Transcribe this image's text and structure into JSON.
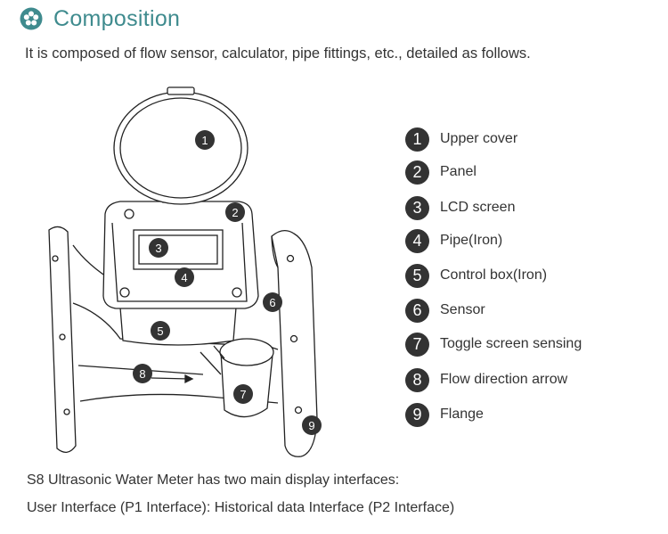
{
  "header": {
    "title": "Composition",
    "icon": "flower-icon",
    "accent": "#3f8b8e"
  },
  "intro": "It is composed of flow sensor, calculator, pipe fittings, etc., detailed as follows.",
  "legend": [
    {
      "num": "1",
      "label": "Upper cover"
    },
    {
      "num": "2",
      "label": "Panel"
    },
    {
      "num": "3",
      "label": "LCD screen"
    },
    {
      "num": "4",
      "label": "Pipe(Iron)"
    },
    {
      "num": "5",
      "label": "Control box(Iron)"
    },
    {
      "num": "6",
      "label": "Sensor"
    },
    {
      "num": "7",
      "label": "Toggle screen sensing"
    },
    {
      "num": "8",
      "label": "Flow direction arrow"
    },
    {
      "num": "9",
      "label": "Flange"
    }
  ],
  "callouts": [
    "1",
    "2",
    "3",
    "4",
    "5",
    "6",
    "7",
    "8",
    "9"
  ],
  "footer": {
    "line1": "S8 Ultrasonic Water Meter has two main display interfaces:",
    "line2": "User Interface (P1 Interface): Historical data Interface (P2 Interface)"
  }
}
